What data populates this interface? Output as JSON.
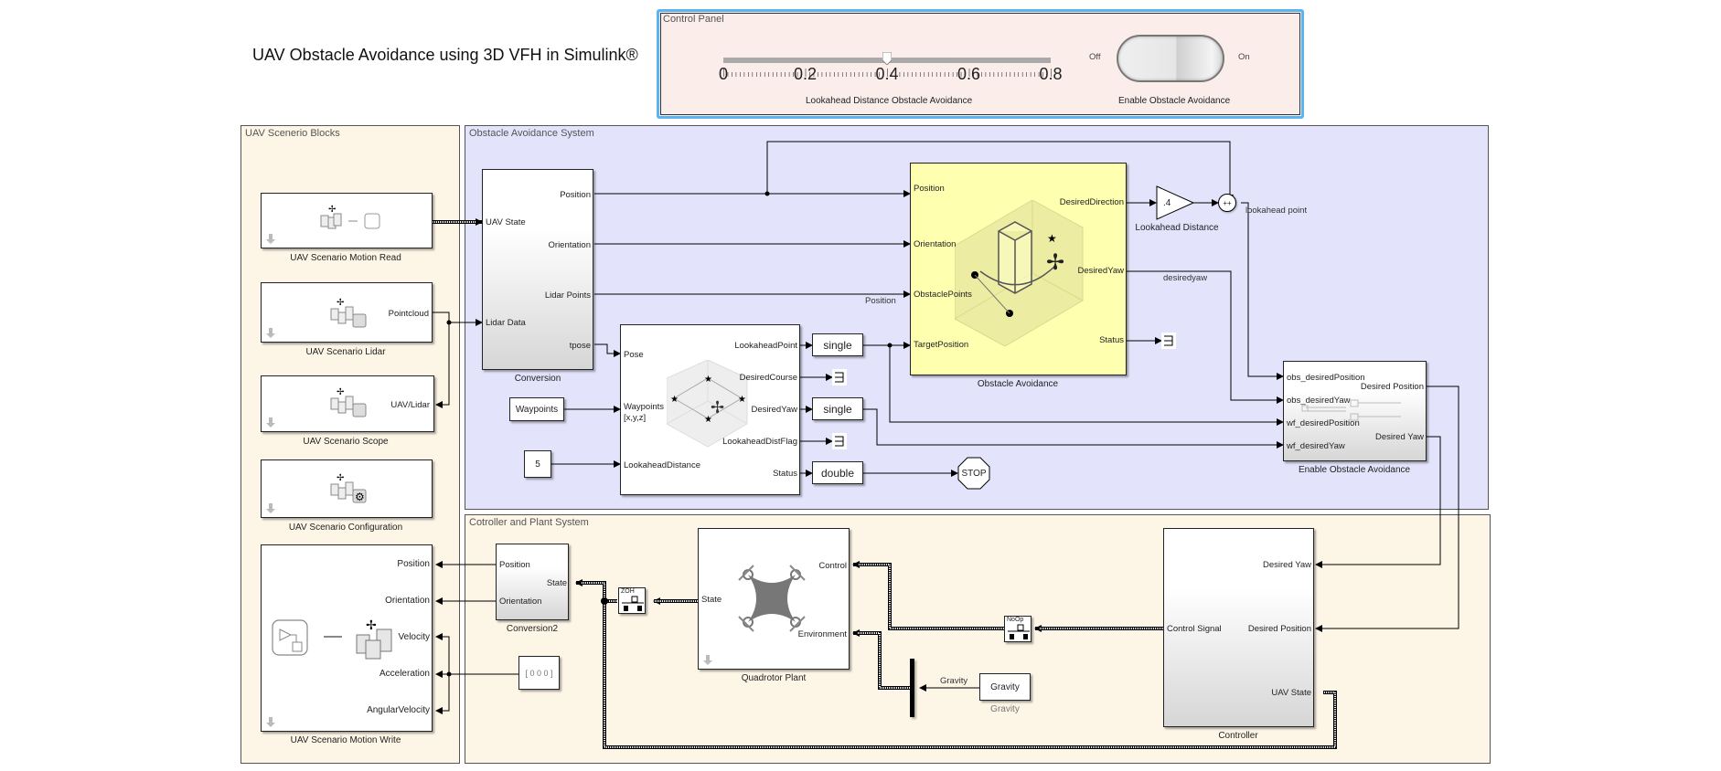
{
  "title": "UAV Obstacle Avoidance using 3D VFH in Simulink®",
  "control_panel": {
    "label": "Control Panel",
    "slider": {
      "label": "Lookahead Distance Obstacle Avoidance",
      "ticks": [
        "0",
        "0.2",
        "0.4",
        "0.6",
        "0.8"
      ],
      "min": 0,
      "max": 0.8,
      "value": 0.4
    },
    "switch": {
      "label": "Enable Obstacle Avoidance",
      "off_label": "Off",
      "on_label": "On",
      "state": "on"
    }
  },
  "areas": {
    "scenario": "UAV Scenerio Blocks",
    "obstacle": "Obstacle Avoidance System",
    "controller": "Cotroller and Plant System"
  },
  "colors": {
    "scenario_bg": "#fdf5e6",
    "obstacle_bg": "#e3e3fb",
    "controller_bg": "#fdf5e6",
    "control_panel_bg": "#fbeeea",
    "control_panel_border": "#5ab4f0",
    "obstacle_block": "#ffffb0"
  },
  "blocks": {
    "motion_read": {
      "name": "UAV Scenario Motion Read"
    },
    "lidar": {
      "name": "UAV Scenario Lidar",
      "out": "Pointcloud"
    },
    "scope": {
      "name": "UAV Scenario Scope",
      "in": "UAV/Lidar"
    },
    "config": {
      "name": "UAV Scenario Configuration"
    },
    "motion_write": {
      "name": "UAV Scenario Motion Write",
      "inputs": [
        "Position",
        "Orientation",
        "Velocity",
        "Acceleration",
        "AngularVelocity"
      ]
    },
    "conversion": {
      "name": "Conversion",
      "inputs": [
        "UAV State",
        "Lidar Data"
      ],
      "outputs": [
        "Position",
        "Orientation",
        "Lidar Points",
        "tpose"
      ]
    },
    "waypoint_follower": {
      "inputs": [
        "Pose",
        "Waypoints",
        "[x,y,z]",
        "LookaheadDistance"
      ],
      "outputs": [
        "LookaheadPoint",
        "DesiredCourse",
        "DesiredYaw",
        "LookaheadDistFlag",
        "Status"
      ]
    },
    "waypoints": {
      "label": "Waypoints"
    },
    "const5": {
      "label": "5"
    },
    "single1": {
      "label": "single"
    },
    "single2": {
      "label": "single"
    },
    "double1": {
      "label": "double"
    },
    "stop": {
      "label": "STOP"
    },
    "obstacle_avoidance": {
      "name": "Obstacle Avoidance",
      "inputs": [
        "Position",
        "Orientation",
        "ObstaclePoints",
        "TargetPosition"
      ],
      "outputs": [
        "DesiredDirection",
        "DesiredYaw",
        "Status"
      ]
    },
    "gain": {
      "value": ".4",
      "name": "Lookahead Distance"
    },
    "sum": {
      "signs": "++"
    },
    "enable_oa": {
      "name": "Enable Obstacle Avoidance",
      "inputs": [
        "obs_desiredPosition",
        "obs_desiredYaw",
        "wf_desiredPosition",
        "wf_desiredYaw"
      ],
      "outputs": [
        "Desired Position",
        "Desired Yaw"
      ]
    },
    "conversion2": {
      "name": "Conversion2",
      "inputs": [
        "Position",
        "Orientation"
      ],
      "outputs": [
        "State"
      ]
    },
    "zero_vec": {
      "label": "[ 0  0  0 ]"
    },
    "zoh": {
      "label": "ZOH"
    },
    "noop": {
      "label": "NoOp"
    },
    "plant": {
      "name": "Quadrotor Plant",
      "inputs": [
        "Control",
        "Environment"
      ],
      "outputs": [
        "State"
      ]
    },
    "gravity": {
      "label": "Gravity",
      "name": "Gravity"
    },
    "controller": {
      "name": "Controller",
      "inputs": [
        "Desired Yaw",
        "Desired Position",
        "UAV State"
      ],
      "outputs": [
        "Control Signal"
      ]
    }
  },
  "signals": {
    "position_label": "Position",
    "desiredyaw": "desiredyaw",
    "lookahead_point": "lookahead point",
    "gravity": "Gravity"
  }
}
